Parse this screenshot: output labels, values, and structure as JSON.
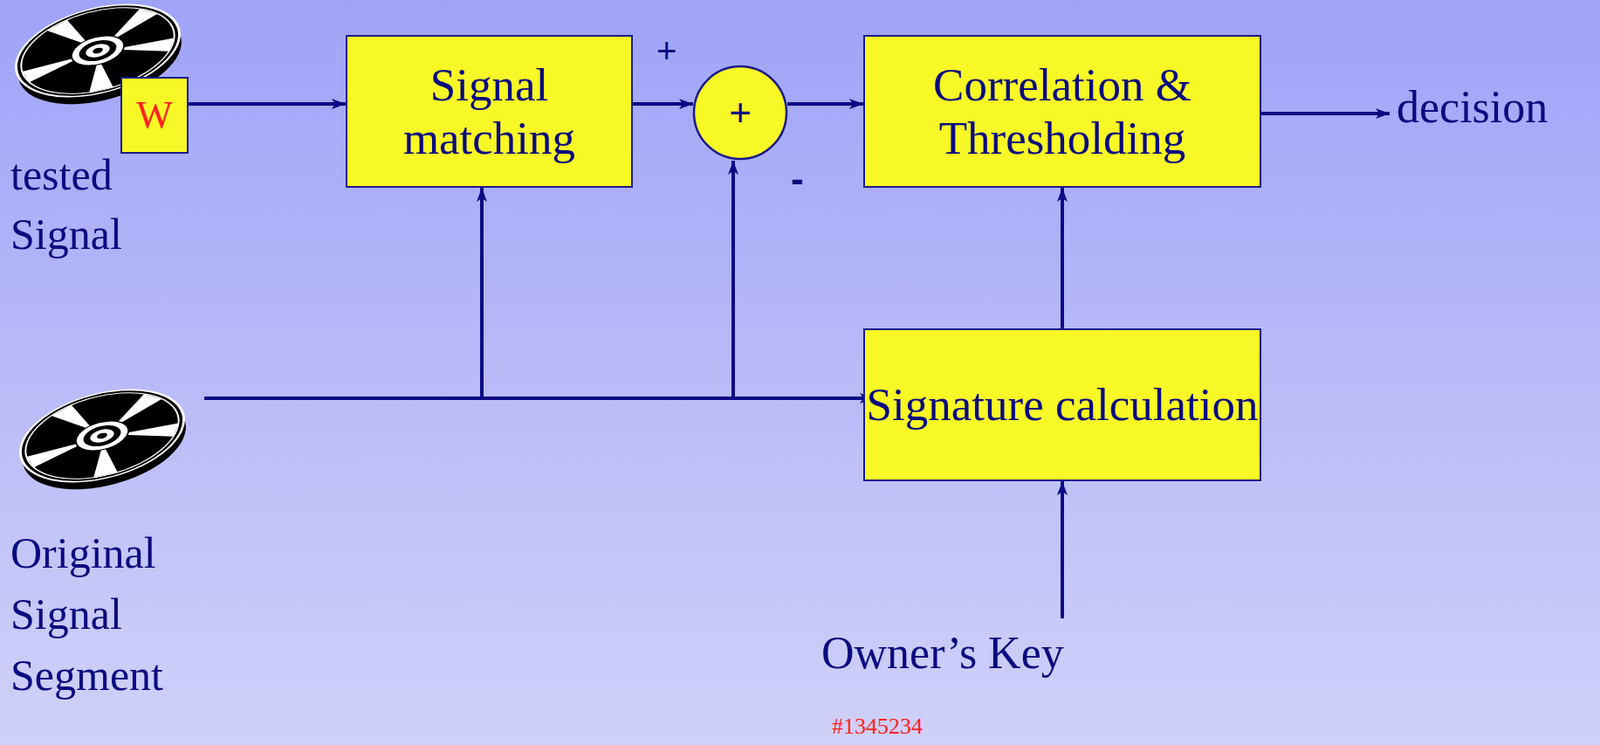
{
  "diagram": {
    "nodes": [
      {
        "text": [
          "W"
        ]
      },
      {
        "text": [
          "Signal matching"
        ]
      },
      {
        "text": [
          "+"
        ]
      },
      {
        "text": [
          "Correlation & Thresholding"
        ]
      },
      {
        "text": [
          "Signature calculation"
        ]
      }
    ],
    "edges": [
      {
        "from": 0,
        "to": 1,
        "arrow": "to"
      },
      {
        "from": 1,
        "to": 2,
        "arrow": "to"
      },
      {
        "from": 2,
        "to": 3,
        "arrow": "to"
      },
      {
        "from": 4,
        "to": 3,
        "arrow": "to"
      }
    ],
    "labels": [
      "+",
      "-",
      "tested Signal",
      "decision",
      "Original Signal Segment",
      "Owner’s Key",
      "#1345234"
    ]
  }
}
